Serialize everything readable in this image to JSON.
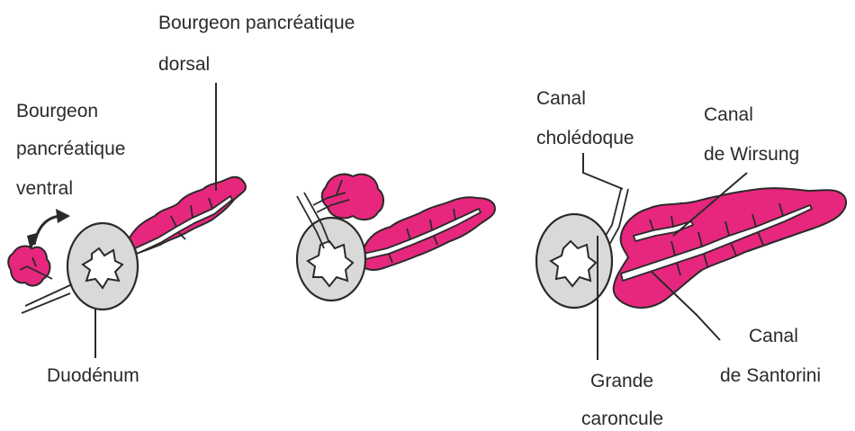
{
  "labels": {
    "dorsal_bud": [
      "Bourgeon pancréatique",
      "dorsal"
    ],
    "ventral_bud": [
      "Bourgeon",
      "pancréatique",
      "ventral"
    ],
    "duodenum": "Duodénum",
    "bile_duct": [
      "Canal",
      "cholédoque"
    ],
    "wirsung": [
      "Canal",
      "de Wirsung"
    ],
    "santorini": [
      "Canal",
      "de Santorini"
    ],
    "caruncle": [
      "Grande",
      "caroncule"
    ]
  },
  "colors": {
    "pancreas": "#e6277d",
    "duodenum_wall": "#d9d9d9",
    "outline": "#2a2a2a"
  },
  "panels": [
    "embryonic-stage-1",
    "embryonic-stage-2",
    "adult-pancreas"
  ]
}
